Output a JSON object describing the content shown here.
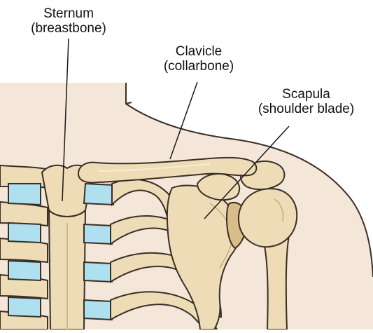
{
  "colors": {
    "skin": "#f4e6d8",
    "bone": "#eedcb6",
    "bone_shadow": "#d8bd8a",
    "cartilage": "#aee0ef",
    "outline": "#3a2f26"
  },
  "labels": {
    "sternum": {
      "name": "Sternum",
      "common": "(breastbone)"
    },
    "clavicle": {
      "name": "Clavicle",
      "common": "(collarbone)"
    },
    "scapula": {
      "name": "Scapula",
      "common": "(shoulder blade)"
    }
  }
}
